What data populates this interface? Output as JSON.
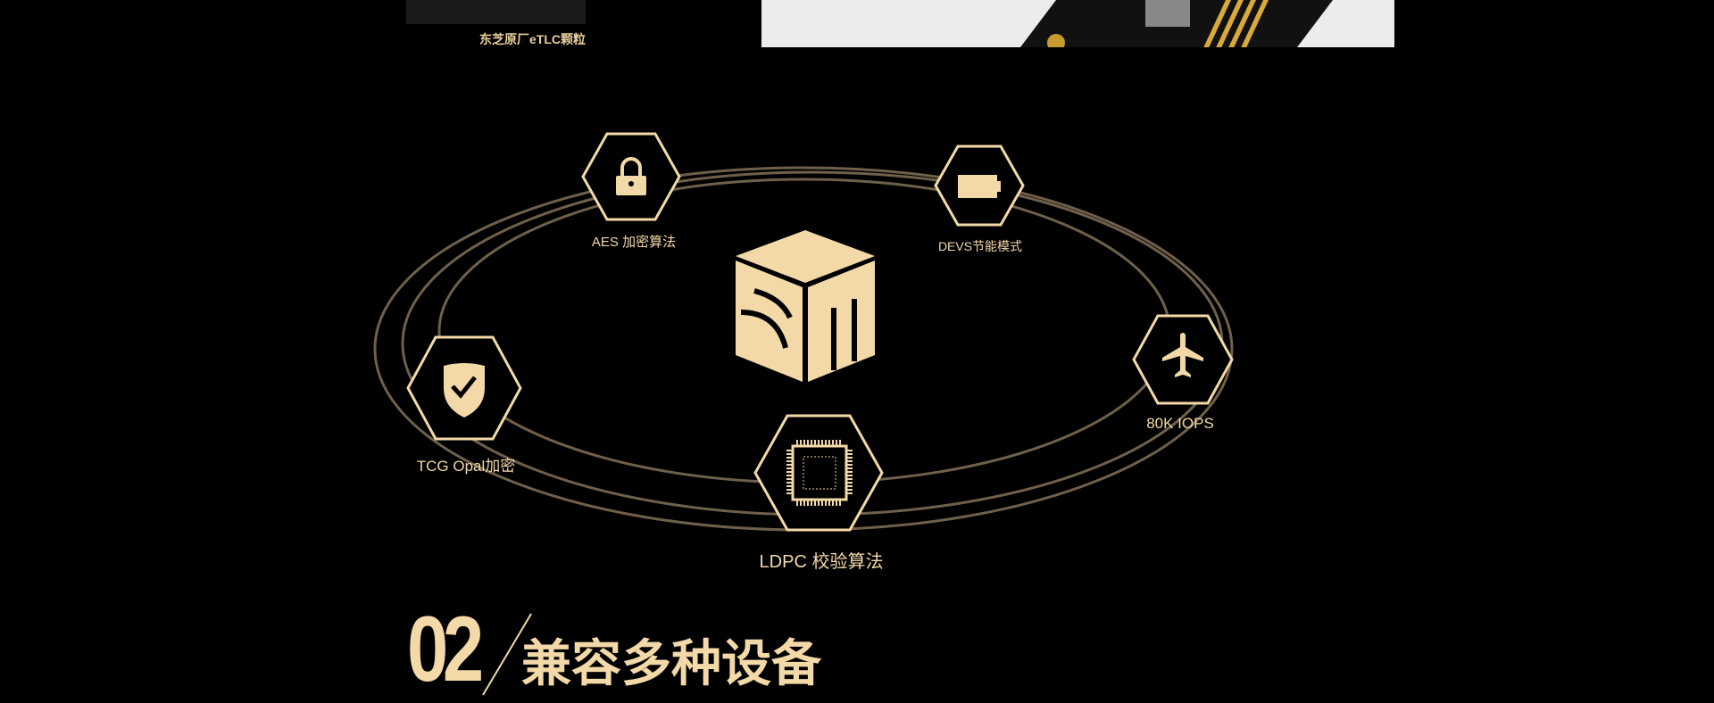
{
  "top": {
    "chip_caption": "东芝原厂eTLC颗粒"
  },
  "features": {
    "aes": "AES 加密算法",
    "devs": "DEVS节能模式",
    "tcg": "TCG Opal加密",
    "ldpc": "LDPC 校验算法",
    "iops": "80K IOPS"
  },
  "section": {
    "number": "02",
    "title": "兼容多种设备"
  },
  "colors": {
    "gold": "#f3d9a8",
    "ring": "#6e604a",
    "background": "#000000"
  }
}
